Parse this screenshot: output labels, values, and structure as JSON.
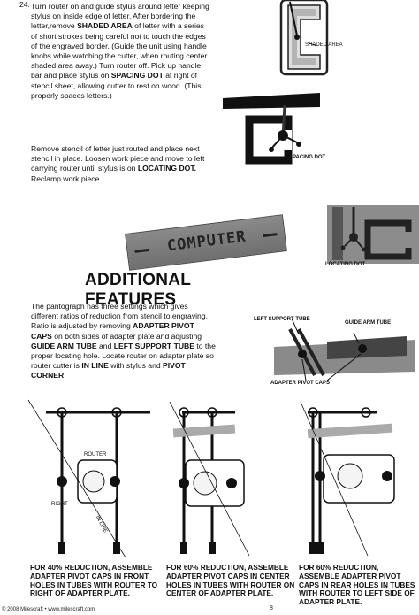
{
  "step": {
    "number": "24.",
    "text_a": "Turn router on and guide stylus around letter keeping stylus on inside edge of letter. After bordering the letter,remove ",
    "bold_a": "SHADED AREA",
    "text_b": " of letter with a series of short strokes being careful not to touch the edges of the engraved border. (Guide the unit using handle knobs while watching the cutter, when routing center shaded area away.) Turn router off. Pick up handle bar and place stylus on ",
    "bold_b": "SPACING DOT",
    "text_c": " at right of stencil sheet, allowing cutter to rest on wood. (This properly spaces letters.)"
  },
  "step2": {
    "text_a": "Remove stencil of letter just routed and place next stencil in place. Loosen work piece and move to left carrying router until stylus is on ",
    "bold_a": "LOCATING DOT.",
    "text_b": " Reclamp work piece."
  },
  "images": {
    "shaded_area_label": "SHADED AREA",
    "spacing_dot_label": "SPACING DOT",
    "locating_dot_label": "LOCATING DOT",
    "sign_text": "COMPUTER",
    "left_support_label": "LEFT SUPPORT TUBE",
    "guide_arm_label": "GUIDE ARM TUBE",
    "adapter_pivot_label": "ADAPTER PIVOT CAPS",
    "router_label": "ROUTER",
    "right_label": "RIGHT",
    "inline_label": "IN LINE"
  },
  "heading": "ADDITIONAL FEATURES",
  "features": {
    "text_a": "The pantograph has three settings which gives different ratios of reduction from stencil to engraving. Ratio is adjusted by removing ",
    "bold_a": "ADAPTER PIVOT CAPS",
    "text_b": " on both sides of adapter plate and adjusting ",
    "bold_b": "GUIDE ARM TUBE",
    "text_c": " and ",
    "bold_c": "LEFT SUPPORT TUBE",
    "text_d": " to the proper locating hole. Locate router on adapter plate so router cutter is ",
    "bold_d": "IN LINE",
    "text_e": " with stylus and ",
    "bold_e": "PIVOT CORNER",
    "text_f": "."
  },
  "captions": [
    "FOR 40% REDUCTION, ASSEMBLE ADAPTER PIVOT CAPS IN FRONT HOLES IN TUBES WITH ROUTER TO RIGHT OF ADAPTER PLATE.",
    "FOR 60% REDUCTION, ASSEMBLE ADAPTER PIVOT CAPS IN CENTER HOLES IN TUBES WITH ROUTER ON CENTER OF ADAPTER PLATE.",
    "FOR 60% REDUCTION, ASSEMBLE ADAPTER PIVOT CAPS IN REAR HOLES IN TUBES WITH ROUTER TO LEFT SIDE OF ADAPTER PLATE."
  ],
  "footer": "© 2008 Milescraft • www.milescraft.com",
  "page_number": "8"
}
